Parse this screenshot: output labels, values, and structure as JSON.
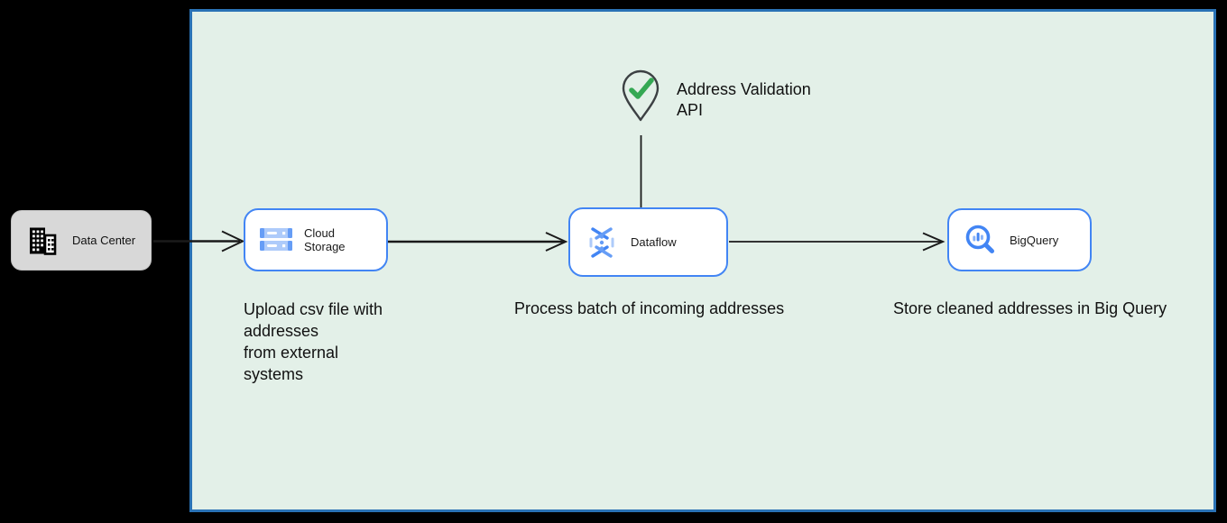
{
  "canvas": {
    "background": "#000000"
  },
  "boundary": {
    "fill": "#e3f0e8",
    "border_color": "#2a72b5"
  },
  "data_center": {
    "label": "Data Center",
    "fill": "#d8d8d8",
    "icon": "building-icon"
  },
  "nodes": [
    {
      "id": "cloud-storage",
      "label": "Cloud Storage",
      "icon": "cloud-storage-icon",
      "caption": "Upload csv file with\naddresses\nfrom external\nsystems"
    },
    {
      "id": "dataflow",
      "label": "Dataflow",
      "icon": "dataflow-icon",
      "caption": "Process batch of incoming addresses"
    },
    {
      "id": "bigquery",
      "label": "BigQuery",
      "icon": "bigquery-icon",
      "caption": "Store cleaned addresses in Big Query"
    }
  ],
  "api_marker": {
    "label": "Address Validation\nAPI",
    "icon": "map-pin-check-icon",
    "check_color": "#34a853",
    "pin_outline": "#3c4043"
  },
  "flow": {
    "arrow_color": "#1a1a1a",
    "node_border_color": "#4285f4"
  }
}
